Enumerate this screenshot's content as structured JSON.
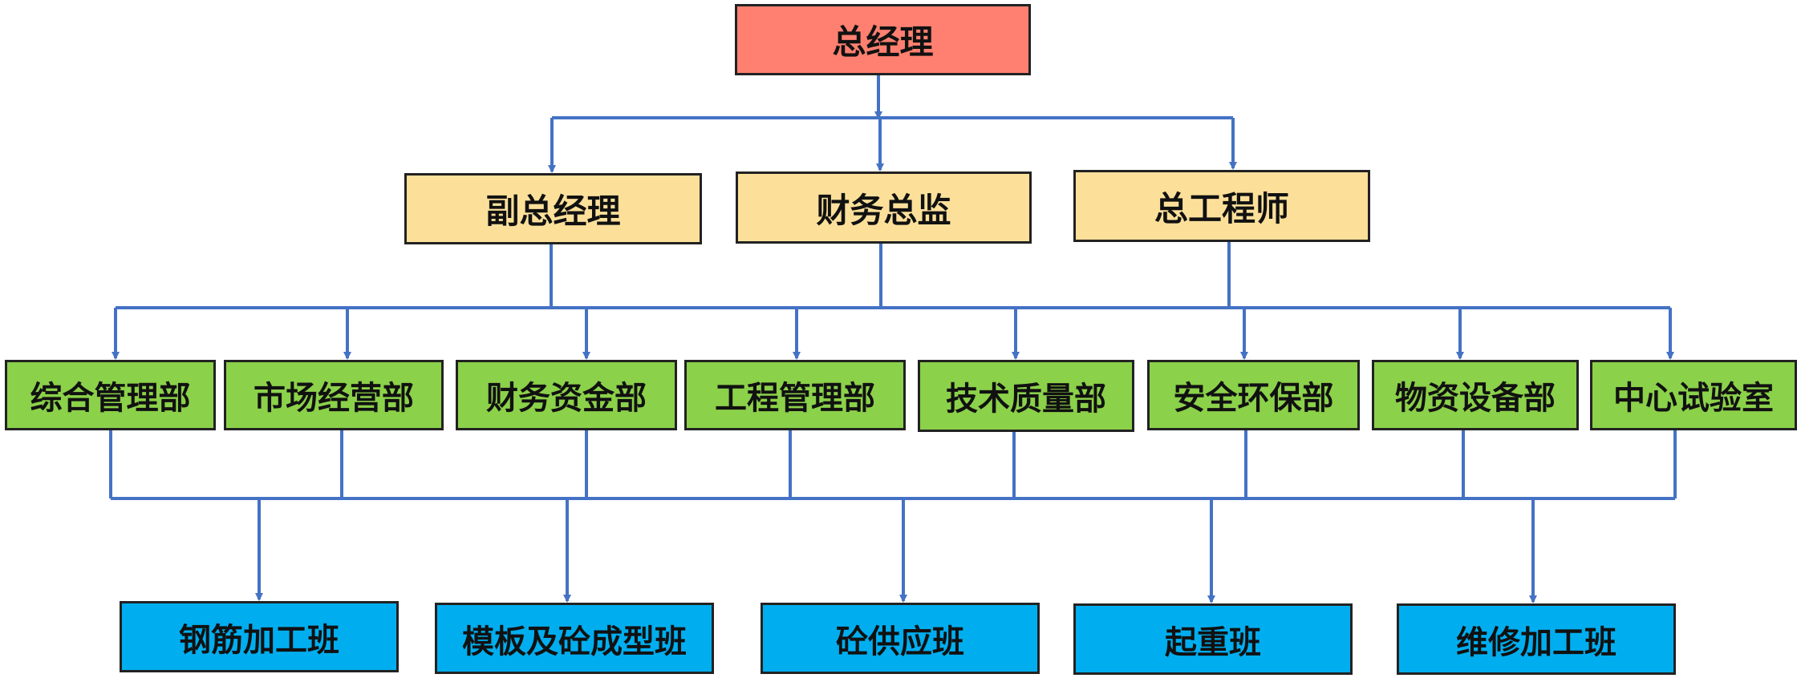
{
  "colors": {
    "top": "#FF8070",
    "executive": "#FCE09A",
    "department": "#8BD14A",
    "team": "#00AEEF",
    "connector": "#4472C4",
    "border": "#222222"
  },
  "top": {
    "label": "总经理"
  },
  "executives": [
    {
      "label": "副总经理"
    },
    {
      "label": "财务总监"
    },
    {
      "label": "总工程师"
    }
  ],
  "departments": [
    {
      "label": "综合管理部"
    },
    {
      "label": "市场经营部"
    },
    {
      "label": "财务资金部"
    },
    {
      "label": "工程管理部"
    },
    {
      "label": "技术质量部"
    },
    {
      "label": "安全环保部"
    },
    {
      "label": "物资设备部"
    },
    {
      "label": "中心试验室"
    }
  ],
  "teams": [
    {
      "label": "钢筋加工班"
    },
    {
      "label": "模板及砼成型班"
    },
    {
      "label": "砼供应班"
    },
    {
      "label": "起重班"
    },
    {
      "label": "维修加工班"
    }
  ]
}
